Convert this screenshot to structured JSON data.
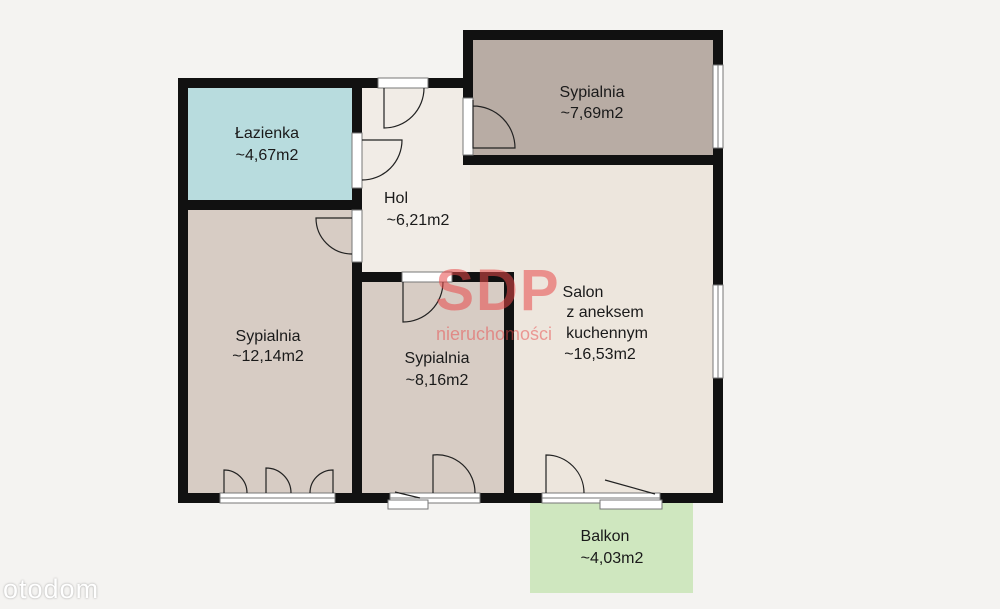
{
  "colors": {
    "background": "#f4f3f1",
    "wall": "#111111",
    "bedroom": "#d7ccc4",
    "bedroom_dark": "#b8aca4",
    "bathroom": "#b8dcde",
    "living": "#ede6dd",
    "hall": "#f1ece6",
    "balcony": "#cfe7bf",
    "watermark": "#e94b4b"
  },
  "rooms": {
    "bedroom_top": {
      "name": "Sypialnia",
      "area": "~7,69m2"
    },
    "bathroom": {
      "name": "Łazienka",
      "area": "~4,67m2"
    },
    "hall": {
      "name": "Hol",
      "area": "~6,21m2"
    },
    "bedroom_large": {
      "name": "Sypialnia",
      "area": "~12,14m2"
    },
    "bedroom_middle": {
      "name": "Sypialnia",
      "area": "~8,16m2"
    },
    "living": {
      "line1": "Salon",
      "line2": "z aneksem",
      "line3": "kuchennym",
      "area": "~16,53m2"
    },
    "balcony": {
      "name": "Balkon",
      "area": "~4,03m2"
    }
  },
  "watermark": {
    "brand": "SDP",
    "subtitle": "nieruchomości"
  },
  "site_logo": "otodom"
}
